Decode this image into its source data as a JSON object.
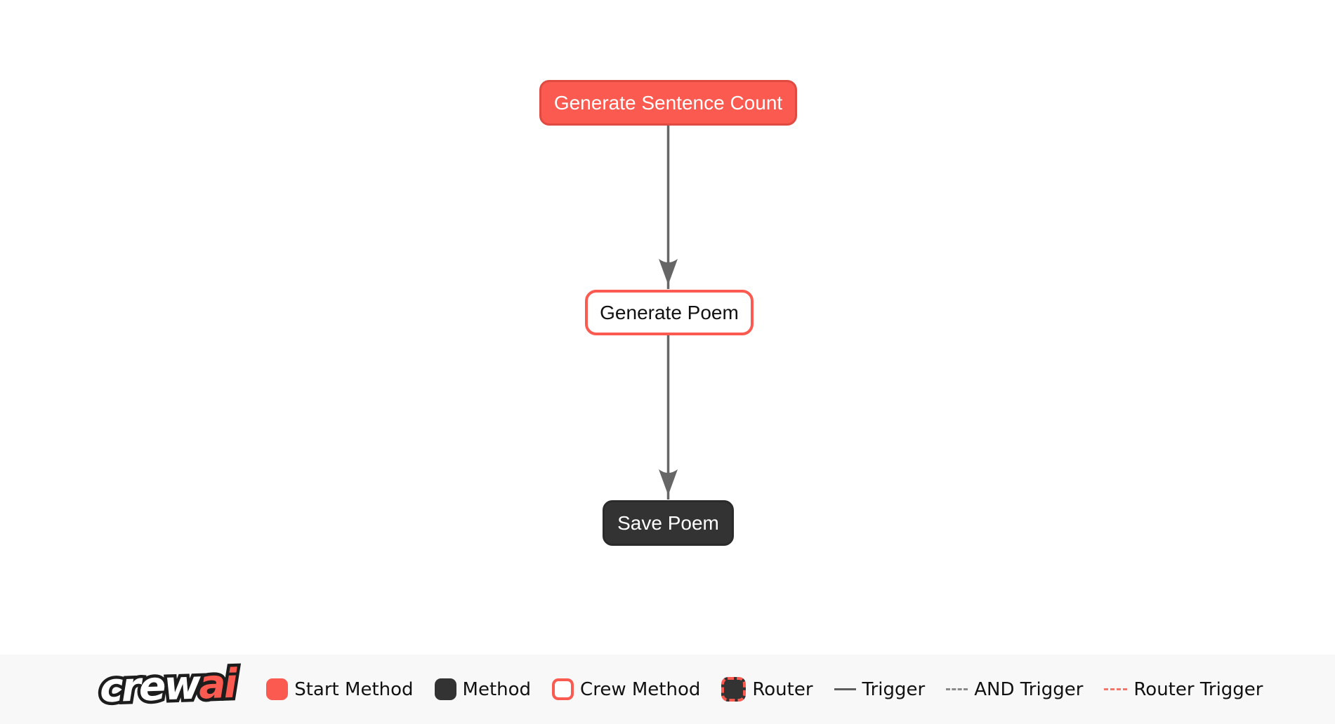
{
  "flow": {
    "nodes": [
      {
        "label": "Generate Sentence Count",
        "type": "start-method"
      },
      {
        "label": "Generate Poem",
        "type": "crew-method"
      },
      {
        "label": "Save Poem",
        "type": "method"
      }
    ],
    "edges": [
      {
        "from": "Generate Sentence Count",
        "to": "Generate Poem",
        "type": "trigger"
      },
      {
        "from": "Generate Poem",
        "to": "Save Poem",
        "type": "trigger"
      }
    ]
  },
  "legend": {
    "logo_crew": "crew",
    "logo_ai": "ai",
    "items": [
      {
        "label": "Start Method"
      },
      {
        "label": "Method"
      },
      {
        "label": "Crew Method"
      },
      {
        "label": "Router"
      },
      {
        "label": "Trigger"
      },
      {
        "label": "AND Trigger"
      },
      {
        "label": "Router Trigger"
      }
    ]
  },
  "colors": {
    "accent_red": "#FB5A50",
    "node_dark": "#333333",
    "edge_gray": "#666666",
    "legend_background": "#F8F8F9"
  }
}
